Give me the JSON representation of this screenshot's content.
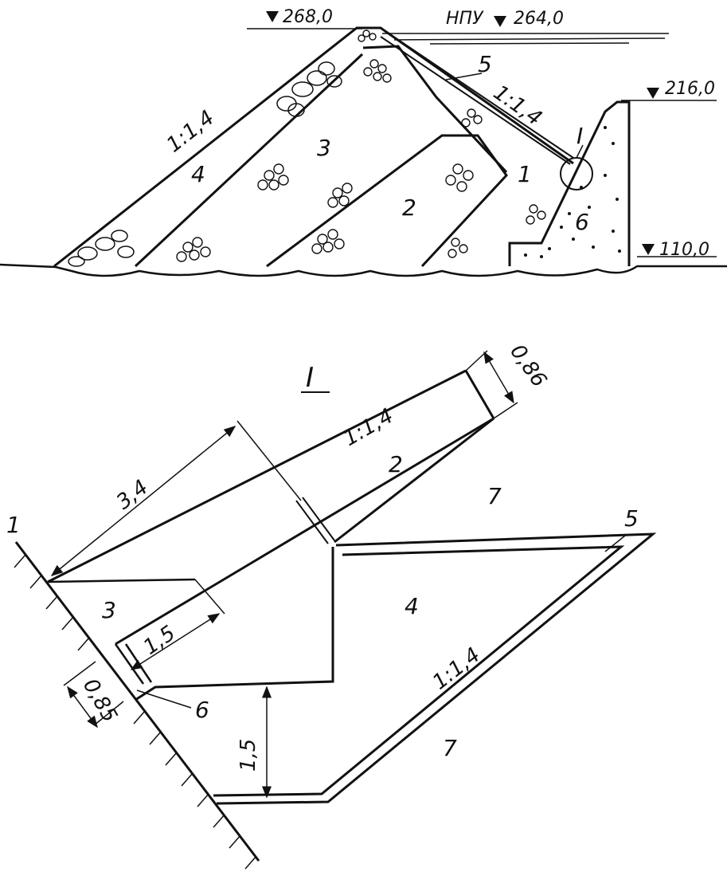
{
  "colors": {
    "ink": "#111111",
    "paper": "#ffffff"
  },
  "cross_section": {
    "elevations": {
      "crest": "268,0",
      "npu_label": "НПУ",
      "npu_value": "264,0",
      "downstream_top": "216,0",
      "base": "110,0"
    },
    "slopes": {
      "upstream": "1:1,4",
      "downstream": "1:1,4"
    },
    "zone_labels": [
      "1",
      "2",
      "3",
      "4",
      "5",
      "6"
    ],
    "detail_marker": "I"
  },
  "detail": {
    "title": "I",
    "zone_labels": {
      "one": "1",
      "two": "2",
      "three": "3",
      "four": "4",
      "five": "5",
      "six": "6",
      "seven_upper": "7",
      "seven_lower": "7"
    },
    "slopes": {
      "upper": "1:1,4",
      "lower": "1:1,4"
    },
    "dimensions": {
      "length": "3,4",
      "thickness_top": "0,86",
      "width_mid": "1,5",
      "thickness_left": "0,85",
      "height": "1,5"
    }
  }
}
